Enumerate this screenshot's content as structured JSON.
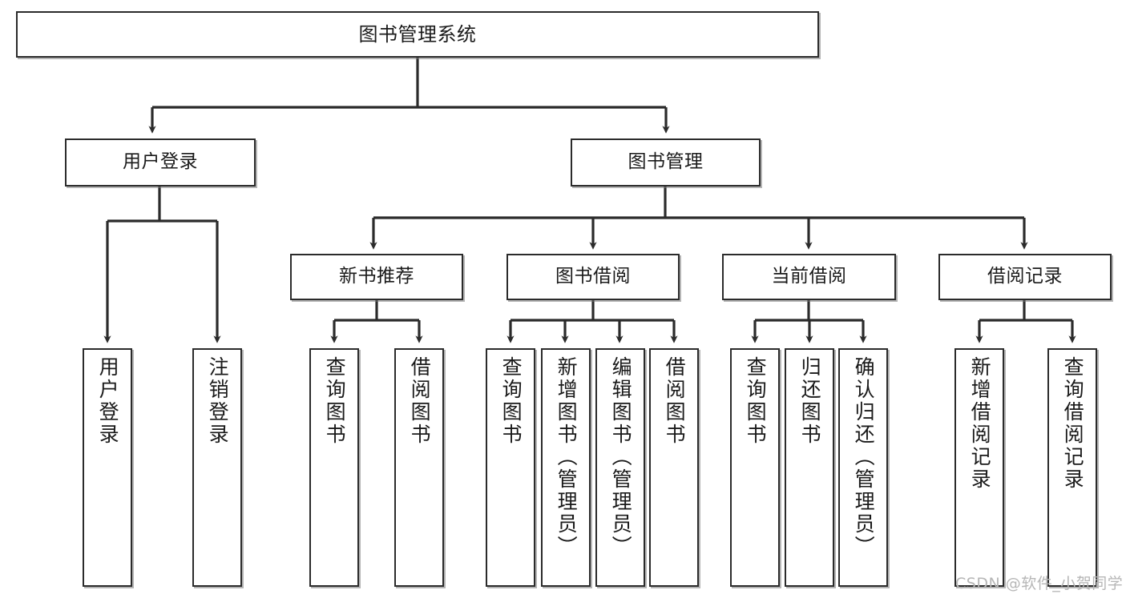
{
  "diagram": {
    "title": "图书管理系统",
    "watermark": "CSDN @软件_小贺同学",
    "stroke_color": "#2b2b2b",
    "text_color": "#1a1a1a",
    "background": "#ffffff",
    "nodes": {
      "root": "图书管理系统",
      "user_login": "用户登录",
      "book_manage": "图书管理",
      "new_book_rec": "新书推荐",
      "book_borrow": "图书借阅",
      "current_borrow": "当前借阅",
      "borrow_record": "借阅记录",
      "leaf_user_login": "用户登录",
      "leaf_logout": "注销登录",
      "leaf_query_book_1": "查询图书",
      "leaf_borrow_book_1": "借阅图书",
      "leaf_query_book_2": "查询图书",
      "leaf_add_book": "新增图书（管理员）",
      "leaf_edit_book": "编辑图书（管理员）",
      "leaf_borrow_book_2": "借阅图书",
      "leaf_query_book_3": "查询图书",
      "leaf_return_book": "归还图书",
      "leaf_confirm_return": "确认归还（管理员）",
      "leaf_add_record": "新增借阅记录",
      "leaf_query_record": "查询借阅记录"
    }
  }
}
